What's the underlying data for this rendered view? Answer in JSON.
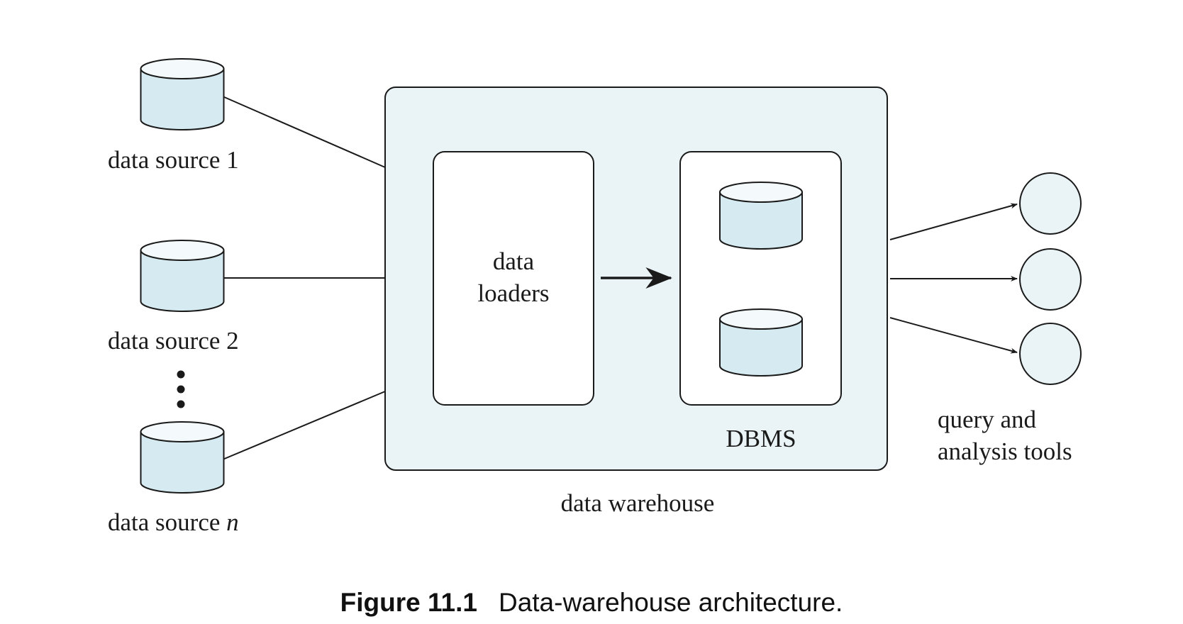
{
  "diagram": {
    "sources": [
      {
        "prefix": "data source ",
        "suffix": "1"
      },
      {
        "prefix": "data source ",
        "suffix": "2"
      },
      {
        "prefix": "data source ",
        "suffix": "n"
      }
    ],
    "warehouse_label": "data warehouse",
    "loaders_label_line1": "data",
    "loaders_label_line2": "loaders",
    "dbms_label": "DBMS",
    "tools_label_line1": "query and",
    "tools_label_line2": "analysis tools",
    "colors": {
      "fill_light": "#eaf4f7",
      "cylinder_top": "#f4fafc",
      "cylinder_body": "#d6ebf1",
      "stroke": "#1a1a1a",
      "white": "#ffffff"
    }
  },
  "caption": {
    "number": "Figure 11.1",
    "text": "Data-warehouse architecture."
  }
}
